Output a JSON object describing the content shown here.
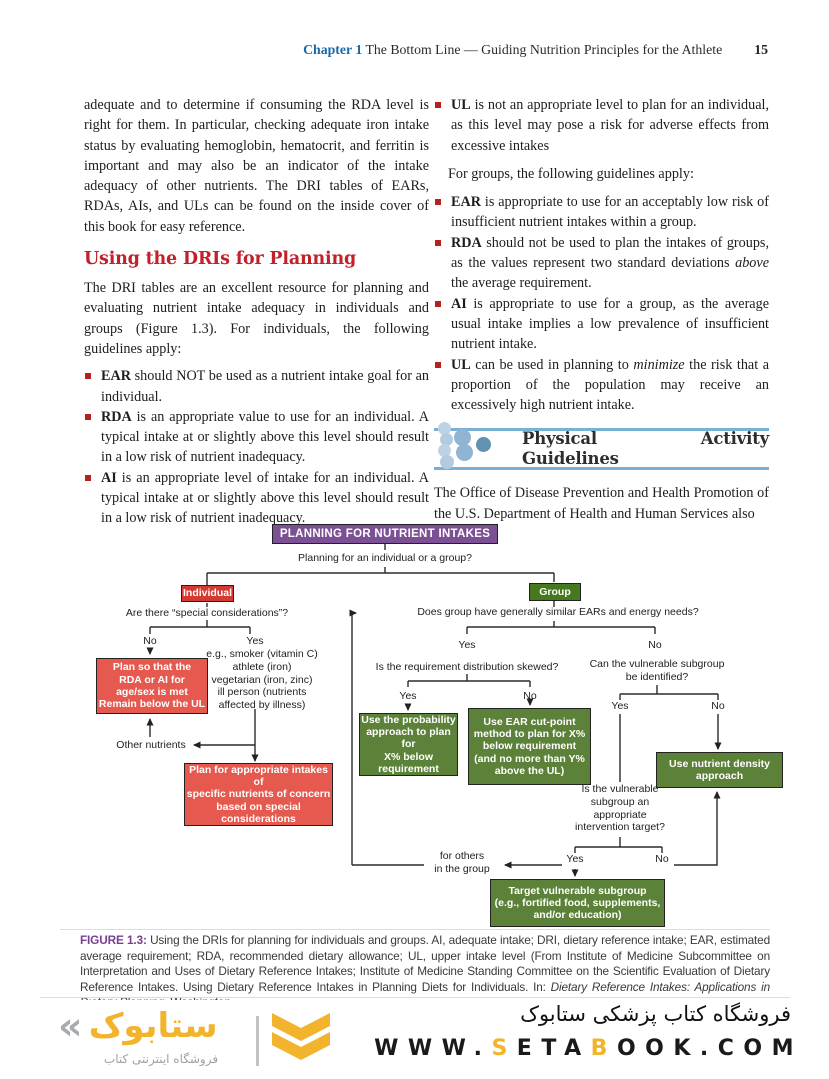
{
  "header": {
    "chapter_label": "Chapter 1",
    "title": "The Bottom Line — Guiding Nutrition Principles for the Athlete",
    "page_number": "15"
  },
  "left_column": {
    "intro_paragraph": "adequate and to determine if consuming the RDA level is right for them. In particular, checking adequate iron intake status by evaluating hemoglobin, hematocrit, and ferritin is important and may also be an indicator of the intake adequacy of other nutrients. The DRI tables of EARs, RDAs, AIs, and ULs can be found on the inside cover of this book for easy reference.",
    "section_heading": "Using the DRIs for Planning",
    "planning_paragraph": "The DRI tables are an excellent resource for planning and evaluating nutrient intake adequacy in individuals and groups (Figure 1.3). For individuals, the following guidelines apply:",
    "bullets": [
      {
        "term": "EAR",
        "text": " should NOT be used as a nutrient intake goal for an individual."
      },
      {
        "term": "RDA",
        "text": " is an appropriate value to use for an individual. A typical intake at or slightly above this level should result in a low risk of nutrient inadequacy."
      },
      {
        "term": "AI",
        "text": " is an appropriate level of intake for an individual. A typical intake at or slightly above this level should result in a low risk of nutrient inadequacy."
      }
    ]
  },
  "right_column": {
    "ul_bullet": {
      "term": "UL",
      "text": " is not an appropriate level to plan for an individual, as this level may pose a risk for adverse effects from excessive intakes"
    },
    "groups_intro": "For groups, the following guidelines apply:",
    "bullets": [
      {
        "term": "EAR",
        "text_pre": " is appropriate to use for an acceptably low risk of insufficient nutrient intakes within a group.",
        "italic": "",
        "text_post": ""
      },
      {
        "term": "RDA",
        "text_pre": " should not be used to plan the intakes of groups, as the values represent two standard deviations ",
        "italic": "above",
        "text_post": " the average requirement."
      },
      {
        "term": "AI",
        "text_pre": " is appropriate to use for a group, as the average usual intake implies a low prevalence of insufficient nutrient intake.",
        "italic": "",
        "text_post": ""
      },
      {
        "term": "UL",
        "text_pre": " can be used in planning to ",
        "italic": "minimize",
        "text_post": " the risk that a proportion of the population may receive an excessively high nutrient intake."
      }
    ],
    "section_banner": "Physical Activity Guidelines",
    "body_paragraph": "The Office of Disease Prevention and Health Promotion of the U.S. Department of Health and Human Services also"
  },
  "flowchart": {
    "title": "PLANNING FOR NUTRIENT INTAKES",
    "q_individual_or_group": "Planning for an individual or a group?",
    "individual_label": "Individual",
    "group_label": "Group",
    "q_special_considerations": "Are there “special considerations”?",
    "yes": "Yes",
    "no": "No",
    "box_plan_rda": "Plan so that the\nRDA or AI for\nage/sex is met\nRemain below the UL",
    "eg_examples": "e.g., smoker (vitamin C)\nathlete (iron)\nvegetarian (iron, zinc)\nill person (nutrients\naffected by illness)",
    "other_nutrients": "Other nutrients",
    "box_plan_specific": "Plan for appropriate intakes of\nspecific nutrients of concern\nbased on special\nconsiderations",
    "q_similar_ears": "Does group have generally similar EARs and energy needs?",
    "q_distribution_skewed": "Is the requirement distribution skewed?",
    "box_probability": "Use the probability\napproach to plan for\nX% below\nrequirement",
    "box_ear_cutpoint": "Use EAR cut-point\nmethod to plan for X%\nbelow requirement\n(and no more than Y%\nabove the UL)",
    "q_vulnerable_identified": "Can the vulnerable subgroup\nbe identified?",
    "box_nutrient_density": "Use nutrient density\napproach",
    "q_intervention_target": "Is the vulnerable\nsubgroup an\nappropriate\nintervention target?",
    "for_others": "for others\nin the group",
    "box_target_subgroup": "Target vulnerable subgroup\n(e.g., fortified food, supplements,\nand/or education)"
  },
  "caption": {
    "label": "FIGURE 1.3:",
    "text_pre": " Using the DRIs for planning for individuals and groups. AI, adequate intake; DRI, dietary reference intake; EAR, estimated average requirement; RDA, recommended dietary allowance; UL, upper intake level (From Institute of Medicine Subcommittee on Interpretation and Uses of Dietary Reference Intakes; Institute of Medicine Standing Committee on the Scientific Evaluation of Dietary Reference Intakes. Using Dietary Reference Intakes in Planning Diets for Individuals. In: ",
    "italic": "Dietary Reference Intakes: Applications in Dietary Planning.",
    "text_post": " Washington"
  },
  "footer": {
    "logo_mark": "«",
    "logo_text": "ستابوک",
    "logo_subtitle": "فروشگاه اینترنتی کتاب",
    "store_name": "فروشگاه کتاب پزشکی ستابوک",
    "url_segments": {
      "p1": "WWW.",
      "p2": "S",
      "p3": "ETA",
      "p4": "B",
      "p5": "OOK.COM"
    }
  },
  "icons": {
    "dots_cluster": "decorative blue circle cluster",
    "double_chevron": "« guillemet mark",
    "shield_chevron": "two stacked yellow chevrons"
  },
  "colors": {
    "chapter_blue": "#1a6aab",
    "heading_red": "#c2202a",
    "bullet_red": "#b6201f",
    "banner_blue": "#79b0d6",
    "purple_box": "#7b5094",
    "red_box": "#e6594f",
    "red_box_small": "#d23a33",
    "green_box": "#5c8138",
    "green_box_small": "#46781f",
    "caption_purple": "#7b3f92",
    "footer_yellow": "#f2b42c"
  }
}
